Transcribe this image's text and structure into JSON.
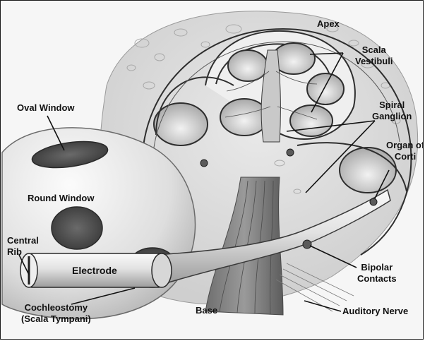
{
  "diagram": {
    "labels": {
      "apex": "Apex",
      "scala_vestibuli": [
        "Scala",
        "Vestibuli"
      ],
      "oval_window": "Oval Window",
      "spiral_ganglion": [
        "Spiral",
        "Ganglion"
      ],
      "organ_of_corti": [
        "Organ of",
        "Corti"
      ],
      "round_window": "Round Window",
      "central_rib": [
        "Central",
        "Rib"
      ],
      "electrode": "Electrode",
      "bipolar_contacts": [
        "Bipolar",
        "Contacts"
      ],
      "base": "Base",
      "auditory_nerve": "Auditory Nerve",
      "cochleostomy": [
        "Cochleostomy",
        "(Scala Tympani)"
      ]
    }
  }
}
